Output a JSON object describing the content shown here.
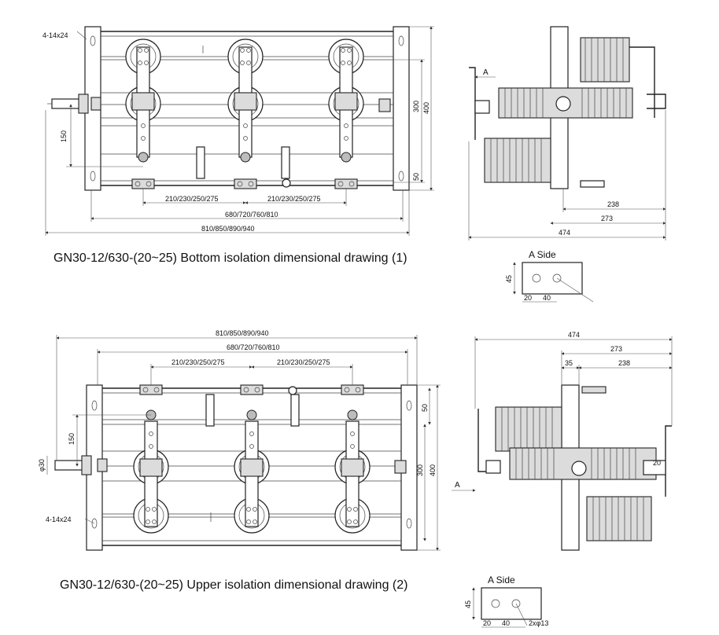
{
  "drawing1": {
    "caption": "GN30-12/630-(20~25) Bottom isolation dimensional drawing (1)",
    "front": {
      "hole_note": "4-14x24",
      "dim_pole_spacing_left": "210/230/250/275",
      "dim_pole_spacing_right": "210/230/250/275",
      "dim_mounting_span": "680/720/760/810",
      "dim_overall_length": "810/850/890/940",
      "dim_height_inner": "300",
      "dim_height_outer": "400",
      "dim_offset": "50",
      "dim_shaft_offset": "150"
    },
    "side": {
      "arrow_label": "A",
      "dim_238": "238",
      "dim_273": "273",
      "dim_474": "474"
    },
    "a_side": {
      "title": "A Side",
      "dim_45": "45",
      "dim_20": "20",
      "dim_40": "40"
    }
  },
  "drawing2": {
    "caption": "GN30-12/630-(20~25) Upper isolation dimensional drawing (2)",
    "front": {
      "hole_note": "4-14x24",
      "shaft_dia": "φ30",
      "dim_pole_spacing_left": "210/230/250/275",
      "dim_pole_spacing_right": "210/230/250/275",
      "dim_mounting_span": "680/720/760/810",
      "dim_overall_length": "810/850/890/940",
      "dim_height_inner": "300",
      "dim_height_outer": "400",
      "dim_offset": "50",
      "dim_shaft_offset": "150"
    },
    "side": {
      "arrow_label": "A",
      "dim_474": "474",
      "dim_273": "273",
      "dim_35": "35",
      "dim_238": "238",
      "dim_20": "20"
    },
    "a_side": {
      "title": "A Side",
      "dim_45": "45",
      "dim_20": "20",
      "dim_40": "40",
      "hole_note": "2xφ13"
    }
  }
}
